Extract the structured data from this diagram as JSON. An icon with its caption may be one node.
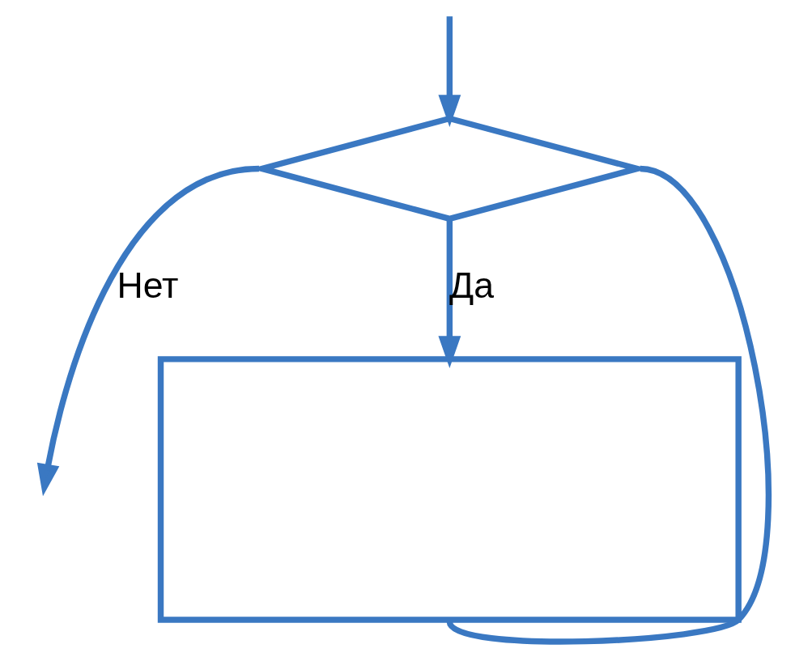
{
  "diagram": {
    "nodes": [
      {
        "text": [],
        "shape": "diamond"
      },
      {
        "text": [],
        "shape": "box"
      }
    ],
    "edges": [
      {
        "from": 0,
        "to": null,
        "arrow": "to",
        "label": "Нет"
      },
      {
        "from": 0,
        "to": 1,
        "arrow": "to",
        "label": "Да"
      },
      {
        "from": 1,
        "to": 0,
        "arrow": "none"
      },
      {
        "from": null,
        "to": 0,
        "arrow": "to"
      }
    ]
  }
}
